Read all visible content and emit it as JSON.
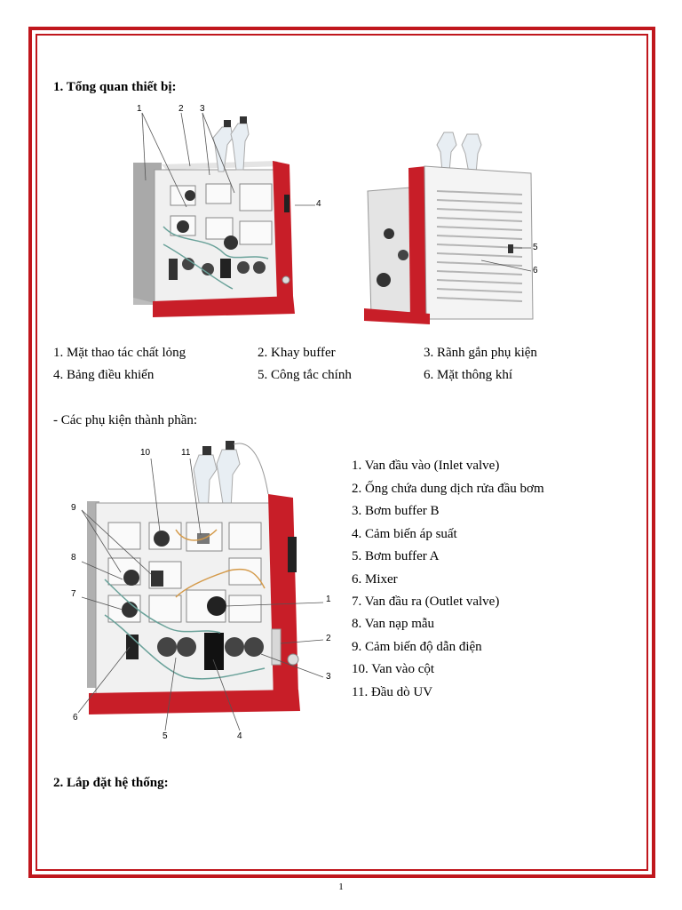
{
  "section1_heading": "1. Tổng quan thiết bị:",
  "figure1_callouts": [
    "1",
    "2",
    "3",
    "4",
    "5",
    "6"
  ],
  "overview_legend": [
    "1. Mặt thao tác chất lỏng",
    "2. Khay buffer",
    "3. Rãnh gắn phụ kiện",
    "4. Bảng điều khiển",
    "5. Công tắc chính",
    "6. Mặt thông khí"
  ],
  "components_intro": "- Các phụ kiện thành phần:",
  "figure2_callouts": [
    "10",
    "11",
    "9",
    "8",
    "7",
    "1",
    "2",
    "3",
    "6",
    "5",
    "4"
  ],
  "components_list": [
    "1. Van đầu vào (Inlet valve)",
    "2. Ống chứa dung dịch rửa đầu bơm",
    "3. Bơm buffer B",
    "4. Cảm biến áp suất",
    "5. Bơm buffer A",
    "6. Mixer",
    "7. Van đầu ra (Outlet valve)",
    "8. Van nạp mẫu",
    "9. Cảm biến độ dẫn điện",
    "10. Van vào cột",
    "11. Đầu dò UV"
  ],
  "section2_heading": "2. Lắp đặt hệ thống:",
  "page_number": "1",
  "colors": {
    "border": "#c0171d",
    "instrument_red": "#c81e28"
  }
}
